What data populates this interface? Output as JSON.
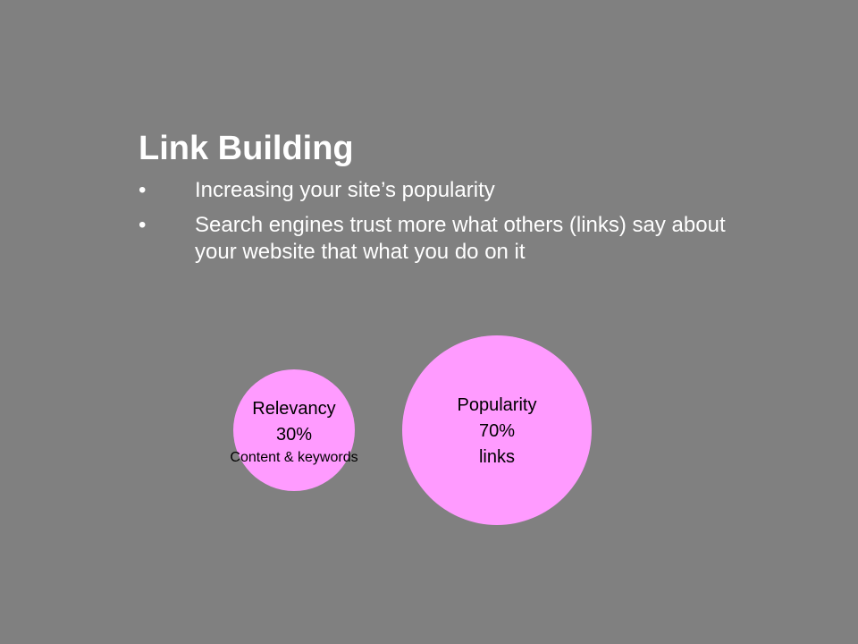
{
  "slide": {
    "title": "Link Building",
    "bullet_glyph": "•",
    "bullets": [
      "Increasing your site’s popularity",
      "Search engines trust more what others (links) say about your website that what you do on it"
    ]
  },
  "diagram": {
    "fill_color": "#ff9bff",
    "background_color": "#808080",
    "circles": [
      {
        "label": "Relevancy",
        "percent": "30%",
        "detail": "Content & keywords",
        "share": 30
      },
      {
        "label": "Popularity",
        "percent": "70%",
        "detail": "links",
        "share": 70
      }
    ]
  }
}
